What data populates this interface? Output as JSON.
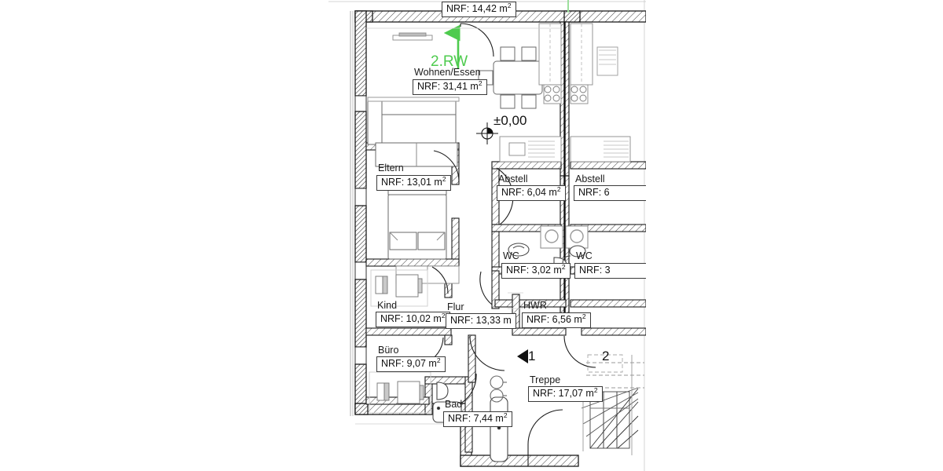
{
  "drawing": {
    "type": "architectural-floor-plan",
    "title_visible": false,
    "level_marker": "±0,00",
    "unit_suffix": "m²",
    "nrf_prefix": "NRF:",
    "accent_green": "#4ecb4e",
    "ink": "#1a1a1a",
    "paper": "#ffffff"
  },
  "annotations": {
    "section_mark_1": "1",
    "section_mark_2": "2",
    "escape_route_label": "2.RW",
    "escape_route_color": "#4ecb4e"
  },
  "rooms": [
    {
      "id": "top-clipped",
      "name": "",
      "area": "NRF: 14,42 m",
      "sup": "2",
      "name_visible": false
    },
    {
      "id": "wohnen-essen",
      "name": "Wohnen/Essen",
      "area": "NRF: 31,41 m",
      "sup": "2",
      "name_visible": true
    },
    {
      "id": "eltern",
      "name": "Eltern",
      "area": "NRF: 13,01 m",
      "sup": "2",
      "name_visible": true
    },
    {
      "id": "abstell-left",
      "name": "Abstell",
      "area": "NRF: 6,04 m",
      "sup": "2",
      "name_visible": true
    },
    {
      "id": "abstell-right",
      "name": "Abstell",
      "area": "NRF: 6",
      "sup": "",
      "name_visible": true
    },
    {
      "id": "wc-left",
      "name": "WC",
      "area": "NRF: 3,02 m",
      "sup": "2",
      "name_visible": true
    },
    {
      "id": "wc-right",
      "name": "WC",
      "area": "NRF: 3",
      "sup": "",
      "name_visible": true
    },
    {
      "id": "kind",
      "name": "Kind",
      "area": "NRF: 10,02 m",
      "sup": "2",
      "name_visible": true
    },
    {
      "id": "flur",
      "name": "Flur",
      "area": "NRF: 13,33 m",
      "sup": "",
      "name_visible": true
    },
    {
      "id": "hwr",
      "name": "HWR",
      "area": "NRF: 6,56 m",
      "sup": "2",
      "name_visible": true
    },
    {
      "id": "buero",
      "name": "Büro",
      "area": "NRF: 9,07 m",
      "sup": "2",
      "name_visible": true
    },
    {
      "id": "bad",
      "name": "Bad",
      "area": "NRF: 7,44 m",
      "sup": "2",
      "name_visible": true
    },
    {
      "id": "treppe",
      "name": "Treppe",
      "area": "NRF: 17,07 m",
      "sup": "2",
      "name_visible": true
    }
  ],
  "labels": {
    "top_area": "NRF: 14,42 m",
    "wohnen_name": "Wohnen/Essen",
    "wohnen_area": "NRF: 31,41 m",
    "eltern_name": "Eltern",
    "eltern_area": "NRF: 13,01 m",
    "abstell_l_name": "Abstell",
    "abstell_l_area": "NRF: 6,04 m",
    "abstell_r_name": "Abstell",
    "abstell_r_area": "NRF: 6",
    "wc_l_name": "WC",
    "wc_l_area": "NRF: 3,02 m",
    "wc_r_name": "WC",
    "wc_r_area": "NRF: 3",
    "kind_name": "Kind",
    "kind_area": "NRF: 10,02 m",
    "flur_name": "Flur",
    "flur_area": "NRF: 13,33 m",
    "hwr_name": "HWR",
    "hwr_area": "NRF: 6,56 m",
    "buero_name": "Büro",
    "buero_area": "NRF: 9,07 m",
    "bad_name": "Bad",
    "bad_area": "NRF: 7,44 m",
    "treppe_name": "Treppe",
    "treppe_area": "NRF: 17,07 m",
    "level": "±0,00",
    "rw": "2.RW",
    "mark1": "1",
    "mark2": "2"
  }
}
